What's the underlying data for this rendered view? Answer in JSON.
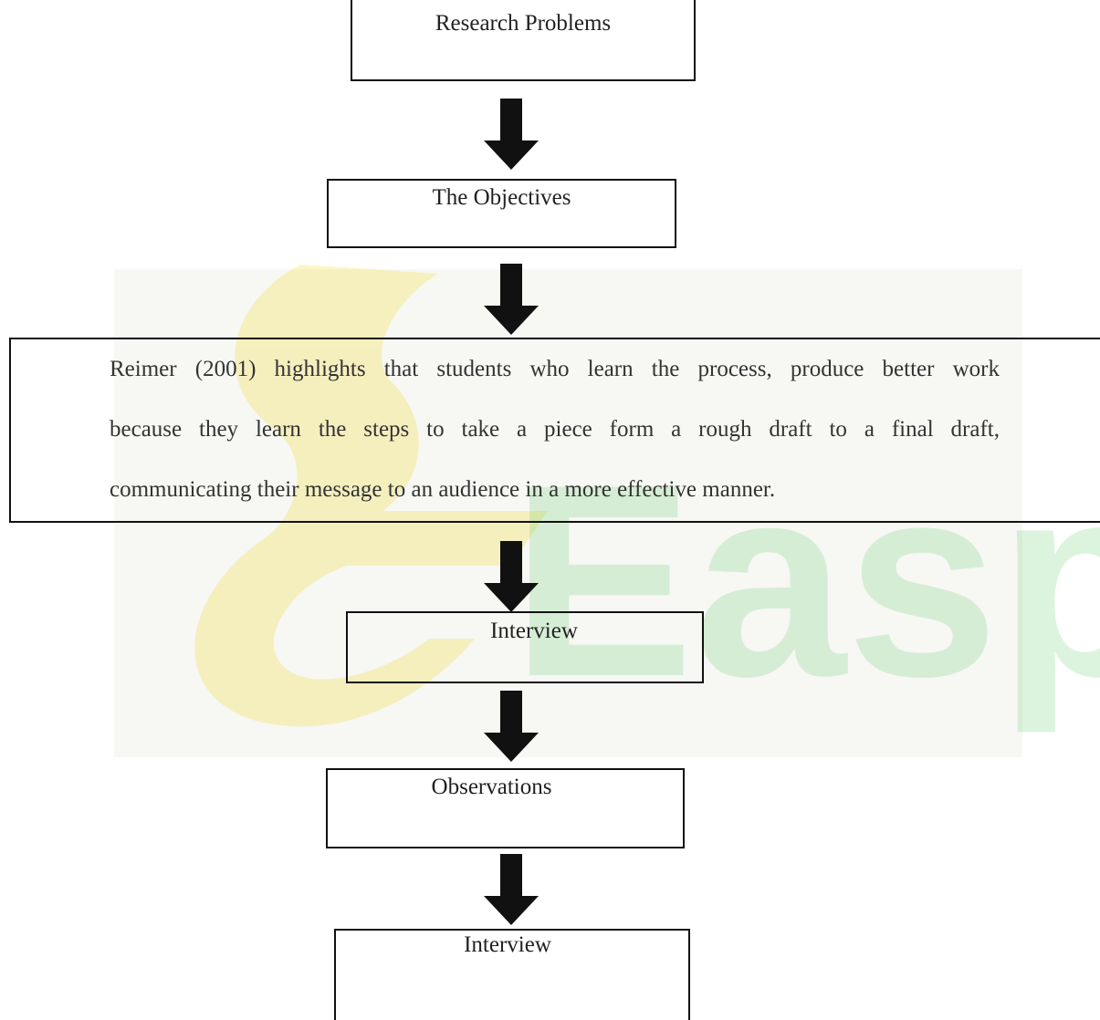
{
  "flowchart": {
    "steps": [
      {
        "label": "Research Problems"
      },
      {
        "label": "The Objectives"
      },
      {
        "label": "Interview"
      },
      {
        "label": "Observations"
      },
      {
        "label": "Interview"
      }
    ],
    "quote": {
      "lines": [
        "Reimer (2001) highlights that students who learn the process, produce better work",
        "because they learn the steps to take a piece form a rough draft to a final draft,",
        "communicating their message to an audience in a more effective manner."
      ]
    },
    "watermark": {
      "text": "Easp",
      "yellow": "#f7e100",
      "green": "#2fbf3a"
    }
  }
}
